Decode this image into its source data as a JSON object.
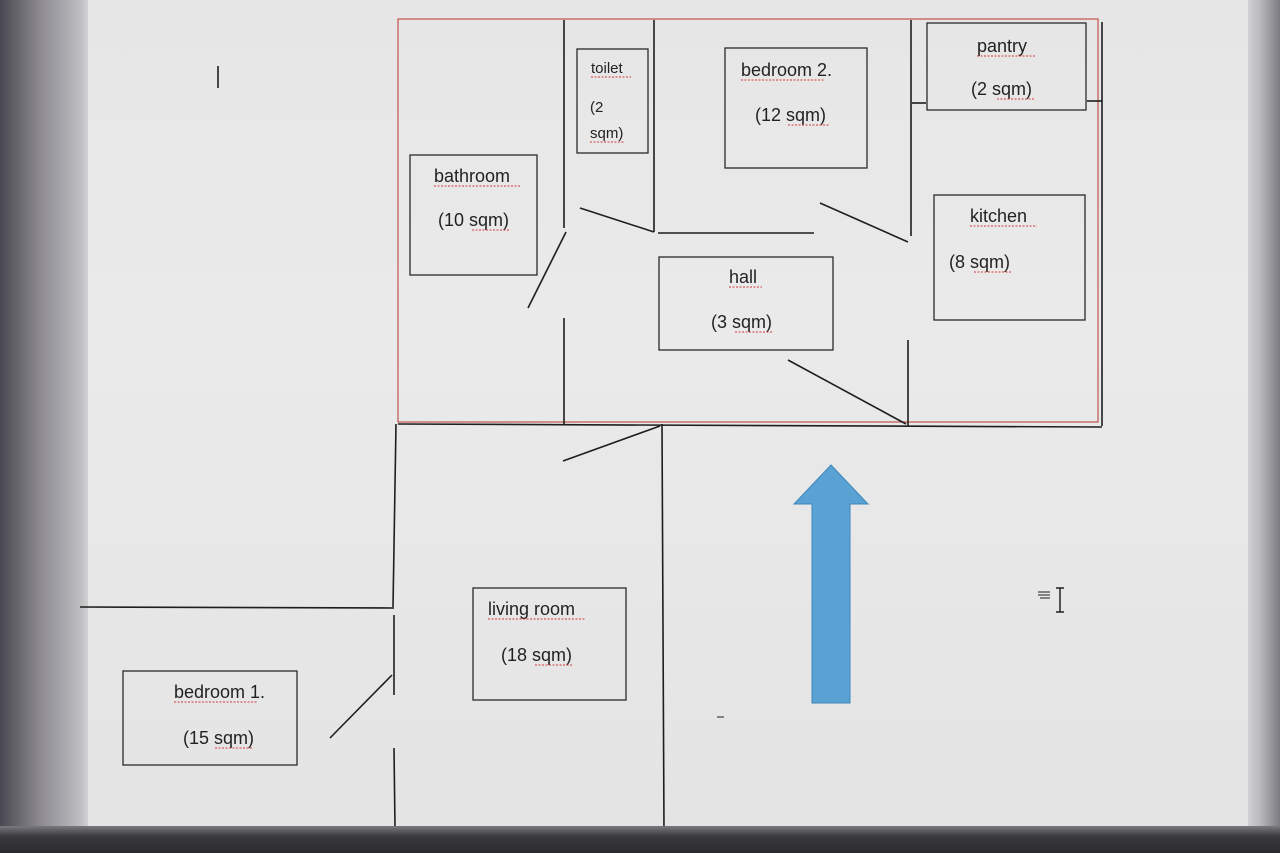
{
  "rooms": {
    "toilet": {
      "name": "toilet",
      "area_line1": "(2",
      "area_line2": "sqm)"
    },
    "bedroom2": {
      "name": "bedroom 2.",
      "area": "(12 sqm)"
    },
    "pantry": {
      "name": "pantry",
      "area": "(2 sqm)"
    },
    "bathroom": {
      "name": "bathroom",
      "area": "(10 sqm)"
    },
    "kitchen": {
      "name": "kitchen",
      "area": "(8 sqm)"
    },
    "hall": {
      "name": "hall",
      "area": "(3 sqm)"
    },
    "living": {
      "name": "living room",
      "area": "(18 sqm)"
    },
    "bedroom1": {
      "name": "bedroom 1.",
      "area": "(15 sqm)"
    }
  },
  "colors": {
    "arrow": "#5aa2d4",
    "outline": "#c0544a",
    "spellcheck": "#d23a3a"
  },
  "icons": {
    "arrow": "up-arrow-icon",
    "text_cursor": "text-cursor-icon"
  }
}
